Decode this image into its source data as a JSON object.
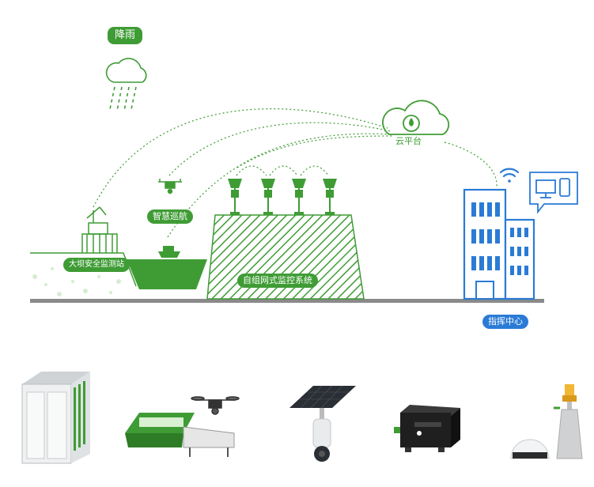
{
  "labels": {
    "rain": "降雨",
    "cloud_platform": "云平台",
    "smart_patrol": "智慧巡航",
    "dam_station": "大坝安全监测站",
    "network_system": "自组网式监控系统",
    "command_center": "指挥中心"
  },
  "colors": {
    "green": "#3f9c35",
    "blue": "#2a7bd6",
    "ground": "#8a8a8a"
  },
  "equipment": [
    {
      "icon": "monitoring-cabinet-icon"
    },
    {
      "icon": "survey-boat-drone-icon"
    },
    {
      "icon": "solar-camera-icon"
    },
    {
      "icon": "data-terminal-box-icon"
    },
    {
      "icon": "radar-level-sensor-icon"
    }
  ]
}
